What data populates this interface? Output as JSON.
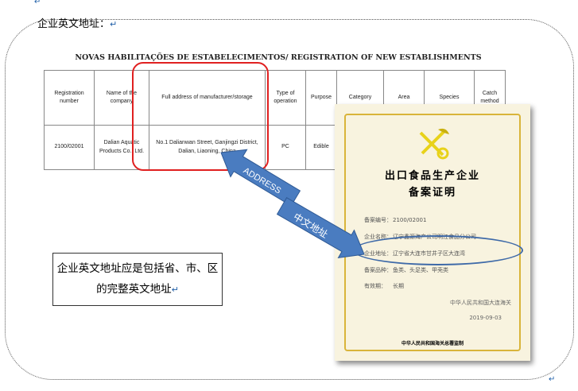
{
  "heading": "企业英文地址：",
  "paragraph_mark": "↵",
  "table": {
    "title": "NOVAS HABILITAÇÕES DE ESTABELECIMENTOS/ REGISTRATION OF NEW ESTABLISHMENTS",
    "headers": [
      "Registration number",
      "Name of the company",
      "Full address of manufacturer/storage",
      "Type of operation",
      "Purpose",
      "Category",
      "Area",
      "Species",
      "Catch method"
    ],
    "row": [
      "2100/02001",
      "Dalian Aquatic Products Co., Ltd.",
      "No.1 Dalianwan Street, Ganjingzi District, Dalian, Liaoning, China",
      "PC",
      "Edible",
      "",
      "",
      "",
      ""
    ]
  },
  "arrows": {
    "address": "ADDRESS",
    "chinese": "中文地址"
  },
  "certificate": {
    "title1": "出口食品生产企业",
    "title2": "备案证明",
    "fields": [
      {
        "label": "备案编号：",
        "value": "2100/02001"
      },
      {
        "label": "企业名称：",
        "value": "辽宁鑫源海产公司明江食品分公司"
      },
      {
        "label": "企业地址：",
        "value": "辽宁省大连市甘井子区大连湾"
      },
      {
        "label": "备案品种：",
        "value": "鱼类、头足类、甲壳类"
      },
      {
        "label": "有效期：",
        "value": "长期"
      }
    ],
    "issuer": "中华人民共和国大连海关",
    "date": "2019-09-03",
    "footer": "中华人民共和国海关总署监制",
    "colors": {
      "gold": "#d9b43a",
      "paper": "#f8f3df"
    }
  },
  "note": "企业英文地址应是包括省、市、区的完整英文地址",
  "colors": {
    "highlight_red": "#e02020",
    "arrow_blue": "#4a7cc0"
  }
}
